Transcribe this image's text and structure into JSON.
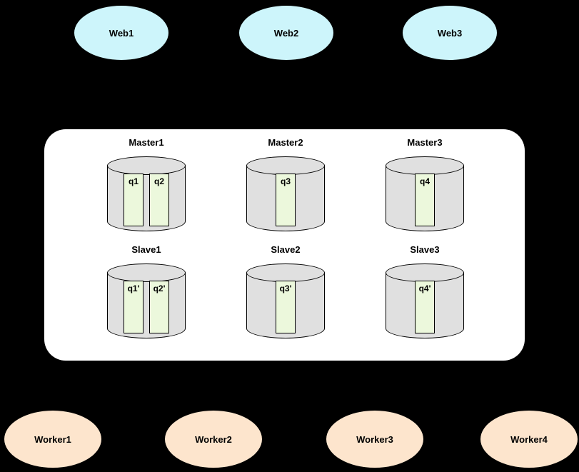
{
  "web_nodes": [
    {
      "label": "Web1"
    },
    {
      "label": "Web2"
    },
    {
      "label": "Web3"
    }
  ],
  "cluster": {
    "masters": [
      {
        "label": "Master1",
        "queues": [
          "q1",
          "q2"
        ]
      },
      {
        "label": "Master2",
        "queues": [
          "q3"
        ]
      },
      {
        "label": "Master3",
        "queues": [
          "q4"
        ]
      }
    ],
    "slaves": [
      {
        "label": "Slave1",
        "queues": [
          "q1'",
          "q2'"
        ]
      },
      {
        "label": "Slave2",
        "queues": [
          "q3'"
        ]
      },
      {
        "label": "Slave3",
        "queues": [
          "q4'"
        ]
      }
    ]
  },
  "worker_nodes": [
    {
      "label": "Worker1"
    },
    {
      "label": "Worker2"
    },
    {
      "label": "Worker3"
    },
    {
      "label": "Worker4"
    }
  ],
  "colors": {
    "background": "#000000",
    "container_fill": "#ffffff",
    "web_fill": "#cdf5fb",
    "worker_fill": "#fde5cd",
    "cylinder_fill": "#e0e0e0",
    "queue_fill": "#ecf8dc",
    "outline": "#000000"
  }
}
